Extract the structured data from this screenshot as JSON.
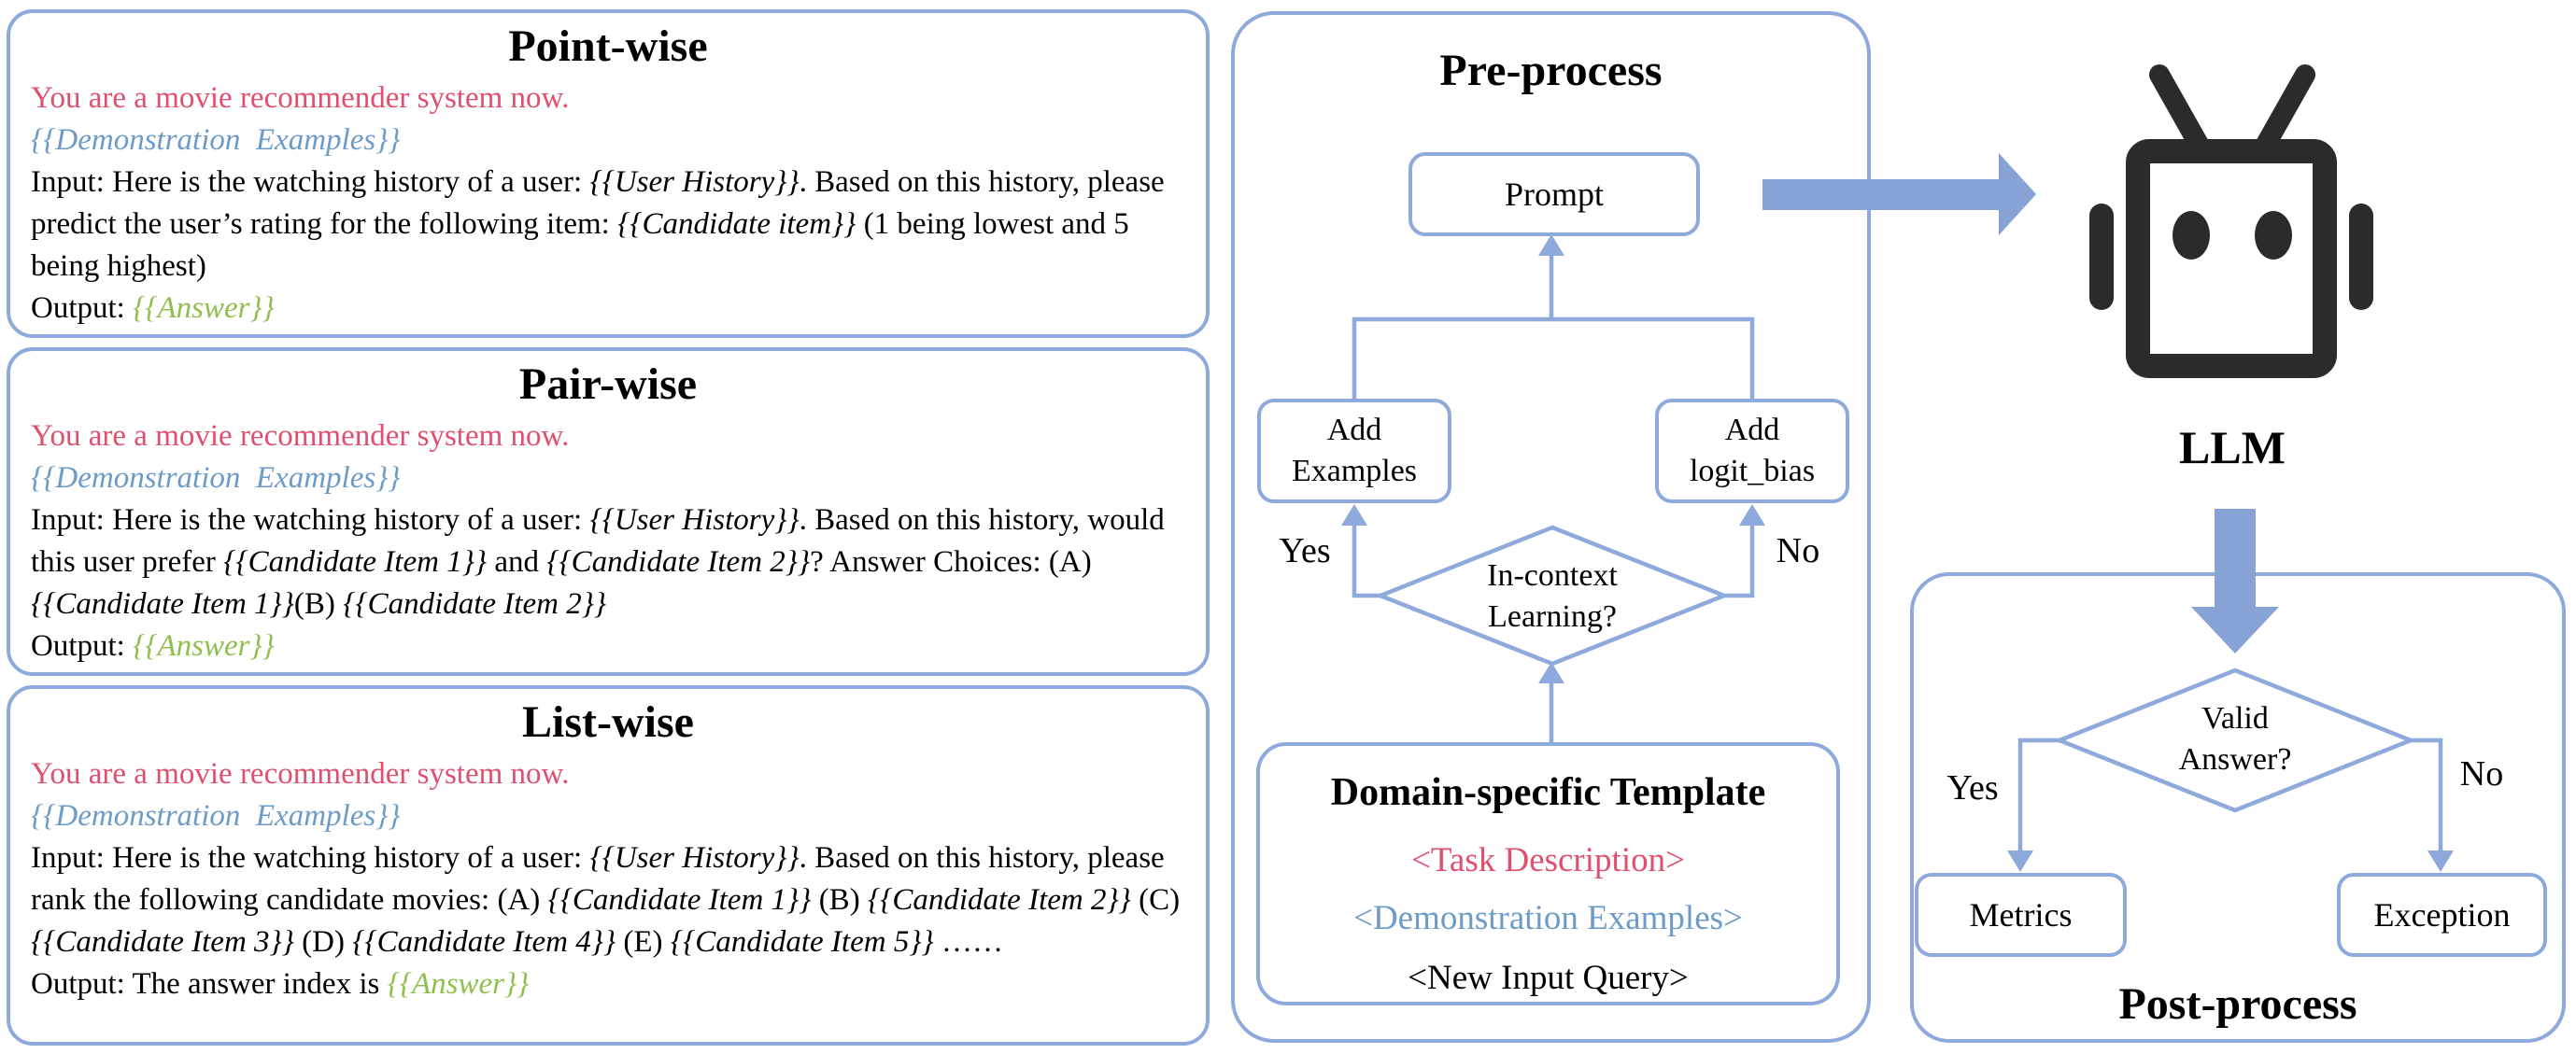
{
  "colors": {
    "line": "#8EA9DB",
    "arrow": "#87A2D4",
    "red": "#E0506E",
    "blue": "#6D9BC8",
    "green": "#8FBF4D",
    "robot": "#2B2B2B"
  },
  "prompt_boxes": [
    {
      "title": "Point-wise",
      "segments": [
        {
          "t": "You are a movie recommender system now.",
          "c": "red"
        },
        {
          "br": true
        },
        {
          "t": "{{Demonstration  Examples}}",
          "c": "blue",
          "i": true
        },
        {
          "br": true
        },
        {
          "t": "Input: Here is the watching history of a user: ",
          "c": "black"
        },
        {
          "t": "{{User History}}",
          "c": "black",
          "i": true
        },
        {
          "t": ". Based on this history, please predict the user’s rating for the following item: ",
          "c": "black"
        },
        {
          "t": "{{Candidate item}}",
          "c": "black",
          "i": true
        },
        {
          "t": " (1 being lowest and 5 being highest)",
          "c": "black"
        },
        {
          "br": true
        },
        {
          "t": "Output: ",
          "c": "black"
        },
        {
          "t": "{{Answer}}",
          "c": "green",
          "i": true
        }
      ]
    },
    {
      "title": "Pair-wise",
      "segments": [
        {
          "t": "You are a movie recommender system now.",
          "c": "red"
        },
        {
          "br": true
        },
        {
          "t": "{{Demonstration  Examples}}",
          "c": "blue",
          "i": true
        },
        {
          "br": true
        },
        {
          "t": "Input: Here is the watching history of a user: ",
          "c": "black"
        },
        {
          "t": "{{User History}}",
          "c": "black",
          "i": true
        },
        {
          "t": ". Based on this history, would this user prefer ",
          "c": "black"
        },
        {
          "t": "{{Candidate Item 1}}",
          "c": "black",
          "i": true
        },
        {
          "t": " and ",
          "c": "black"
        },
        {
          "t": "{{Candidate Item 2}}",
          "c": "black",
          "i": true
        },
        {
          "t": "? Answer Choices: (A) ",
          "c": "black"
        },
        {
          "t": "{{Candidate Item 1}}",
          "c": "black",
          "i": true
        },
        {
          "t": "(B) ",
          "c": "black"
        },
        {
          "t": "{{Candidate Item 2}}",
          "c": "black",
          "i": true
        },
        {
          "br": true
        },
        {
          "t": "Output: ",
          "c": "black"
        },
        {
          "t": "{{Answer}}",
          "c": "green",
          "i": true
        }
      ]
    },
    {
      "title": "List-wise",
      "segments": [
        {
          "t": "You are a movie recommender system now.",
          "c": "red"
        },
        {
          "br": true
        },
        {
          "t": "{{Demonstration  Examples}}",
          "c": "blue",
          "i": true
        },
        {
          "br": true
        },
        {
          "t": "Input: Here is the watching history of a user: ",
          "c": "black"
        },
        {
          "t": "{{User History}}",
          "c": "black",
          "i": true
        },
        {
          "t": ". Based on this history, please rank the following candidate movies: (A) ",
          "c": "black"
        },
        {
          "t": "{{Candidate Item 1}}",
          "c": "black",
          "i": true
        },
        {
          "t": " (B) ",
          "c": "black"
        },
        {
          "t": "{{Candidate Item 2}}",
          "c": "black",
          "i": true
        },
        {
          "t": " (C) ",
          "c": "black"
        },
        {
          "t": "{{Candidate Item 3}}",
          "c": "black",
          "i": true
        },
        {
          "t": " (D) ",
          "c": "black"
        },
        {
          "t": "{{Candidate Item 4}}",
          "c": "black",
          "i": true
        },
        {
          "t": " (E) ",
          "c": "black"
        },
        {
          "t": "{{Candidate Item 5}}",
          "c": "black",
          "i": true
        },
        {
          "t": " ……",
          "c": "black"
        },
        {
          "br": true
        },
        {
          "t": "Output: The answer index is ",
          "c": "black"
        },
        {
          "t": "{{Answer}}",
          "c": "green",
          "i": true
        }
      ]
    }
  ],
  "preprocess": {
    "title": "Pre-process",
    "prompt_label": "Prompt",
    "add_examples_label": "Add Examples",
    "add_logit_bias_label": "Add logit_bias",
    "decision_label": "In-context Learning?",
    "yes_label": "Yes",
    "no_label": "No",
    "template": {
      "title": "Domain-specific Template",
      "task_description": "<Task Description>",
      "demonstration_examples": "<Demonstration Examples>",
      "new_input_query": "<New Input Query>"
    }
  },
  "llm": {
    "label": "LLM"
  },
  "postprocess": {
    "title": "Post-process",
    "decision_label": "Valid Answer?",
    "yes_label": "Yes",
    "no_label": "No",
    "metrics_label": "Metrics",
    "exception_label": "Exception"
  }
}
